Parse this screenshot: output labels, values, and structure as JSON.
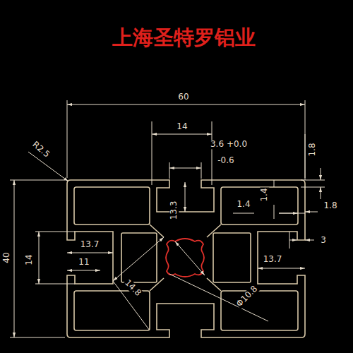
{
  "diagram": {
    "title": "上海圣特罗铝业",
    "labels": [
      "60",
      "40",
      "R2.5",
      "14",
      "3.6 +0.0",
      "-0.6",
      "1.8",
      "13.3",
      "1.4",
      "1.4",
      "1.8",
      "14",
      "13.7",
      "11",
      "3",
      "13.7",
      "14.8",
      "Φ10.8"
    ]
  }
}
